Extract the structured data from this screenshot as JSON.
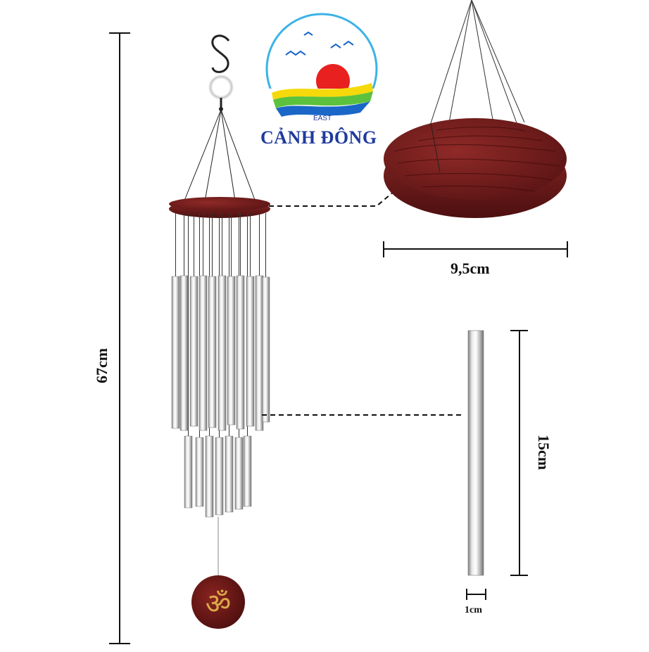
{
  "brand": {
    "name": "CẢNH ĐÔNG",
    "subtitle": "EAST",
    "colors": {
      "sky_ring": "#3bb3e6",
      "sun": "#e8201f",
      "wave_yellow": "#f5d90a",
      "wave_green": "#5cc13d",
      "wave_blue": "#1b67c8",
      "text": "#1f3a9c"
    }
  },
  "dimensions": {
    "total_height": "67cm",
    "disc_diameter": "9,5cm",
    "tube_length": "15cm",
    "tube_diameter": "1cm"
  },
  "product": {
    "icons": [
      "s-hook-icon",
      "ring-icon",
      "wooden-disc-icon",
      "metal-tube-icon",
      "om-symbol-icon"
    ],
    "colors": {
      "wood": "#7a1e1e",
      "wood_dark": "#4e0f10",
      "metal_light": "#f4f4f4",
      "metal_dark": "#8a8a8a"
    }
  }
}
